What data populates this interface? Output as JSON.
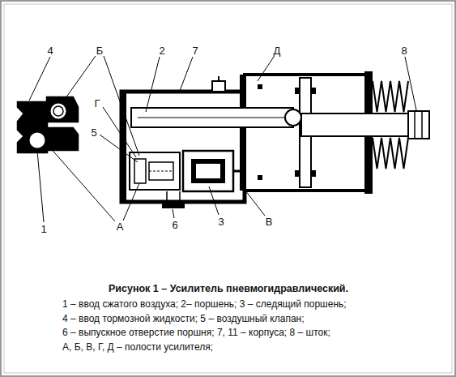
{
  "diagram": {
    "title": "Рисунок 1 – Усилитель пневмогидравлический.",
    "labels": [
      "4",
      "Б",
      "2",
      "7",
      "Д",
      "8",
      "Г",
      "5",
      "А",
      "6",
      "3",
      "В",
      "1",
      "1 – ввод сжатого воздуха; 2– поршень; 3 – следящий поршень;",
      "4 – ввод тормозной жидкости; 5 – воздушный клапан;",
      "6 – выпускное отверстие поршня; 7, 11 – корпуса; 8 – шток;",
      "А, Б, В, Г, Д – полости усилителя;"
    ]
  }
}
